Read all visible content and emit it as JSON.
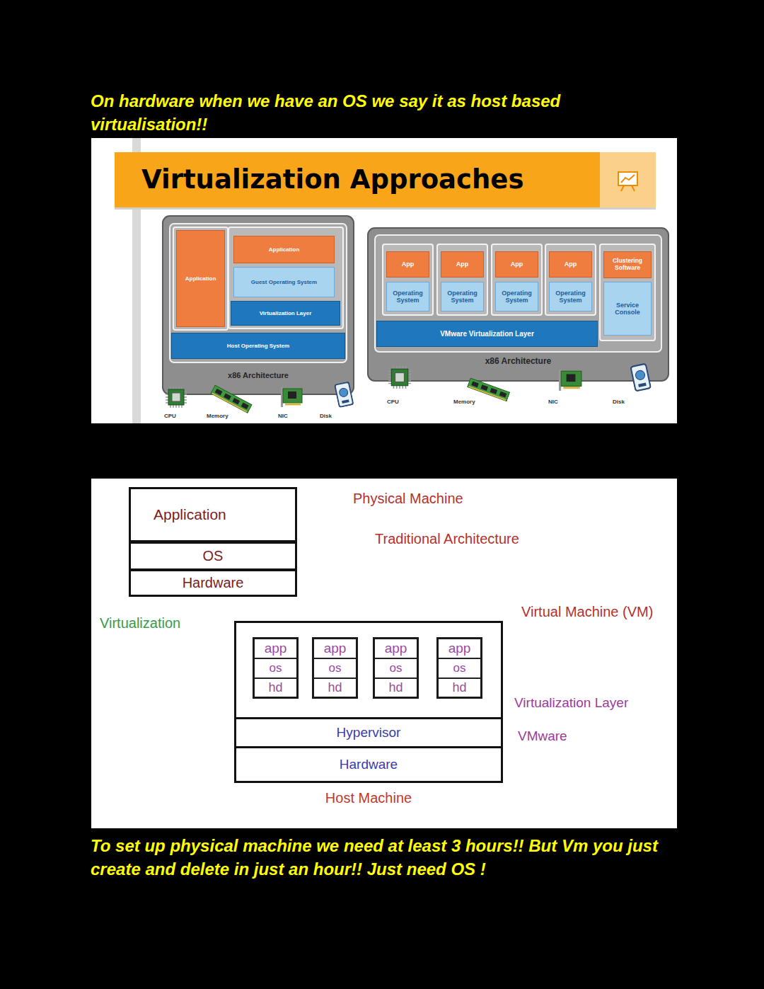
{
  "diagram": {
    "title": "On hardware when we have an OS we say it as host based virtualisation!!",
    "caption": "To set up physical machine we need at least 3 hours!! But Vm you just create and delete in just an hour!! Just need OS !",
    "nodes": [
      {
        "text": [
          "Virtualization Approaches"
        ]
      },
      {
        "text": [
          "x86 Architecture"
        ]
      },
      {
        "text": [
          "Application"
        ],
        "in": 1
      },
      {
        "text": [
          "Application"
        ],
        "in": 1
      },
      {
        "text": [
          "Guest Operating System"
        ],
        "in": 1
      },
      {
        "text": [
          "Virtualization Layer"
        ],
        "in": 1
      },
      {
        "text": [
          "Host Operating System"
        ],
        "in": 1
      },
      {
        "text": [
          "x86 Architecture"
        ]
      },
      {
        "text": [
          "App"
        ],
        "in": 7
      },
      {
        "text": [
          "Operating System"
        ],
        "in": 7
      },
      {
        "text": [
          "App"
        ],
        "in": 7
      },
      {
        "text": [
          "Operating System"
        ],
        "in": 7
      },
      {
        "text": [
          "App"
        ],
        "in": 7
      },
      {
        "text": [
          "Operating System"
        ],
        "in": 7
      },
      {
        "text": [
          "App"
        ],
        "in": 7
      },
      {
        "text": [
          "Operating System"
        ],
        "in": 7
      },
      {
        "text": [
          "Clustering Software"
        ],
        "in": 7
      },
      {
        "text": [
          "Service Console"
        ],
        "in": 7
      },
      {
        "text": [
          "VMware Virtualization Layer"
        ],
        "in": 7
      },
      {
        "text": [
          "Application"
        ]
      },
      {
        "text": [
          "OS"
        ]
      },
      {
        "text": [
          "Hardware"
        ]
      },
      {
        "text": [
          "Host Machine"
        ]
      },
      {
        "text": [
          "app"
        ],
        "in": 22
      },
      {
        "text": [
          "os"
        ],
        "in": 22
      },
      {
        "text": [
          "hd"
        ],
        "in": 22
      },
      {
        "text": [
          "app"
        ],
        "in": 22
      },
      {
        "text": [
          "os"
        ],
        "in": 22
      },
      {
        "text": [
          "hd"
        ],
        "in": 22
      },
      {
        "text": [
          "app"
        ],
        "in": 22
      },
      {
        "text": [
          "os"
        ],
        "in": 22
      },
      {
        "text": [
          "hd"
        ],
        "in": 22
      },
      {
        "text": [
          "app"
        ],
        "in": 22
      },
      {
        "text": [
          "os"
        ],
        "in": 22
      },
      {
        "text": [
          "hd"
        ],
        "in": 22
      },
      {
        "text": [
          "Hypervisor"
        ],
        "in": 22
      },
      {
        "text": [
          "Hardware"
        ],
        "in": 22
      }
    ],
    "labels": [
      "CPU",
      "Memory",
      "NIC",
      "Disk",
      "CPU",
      "Memory",
      "NIC",
      "Disk",
      "Physical Machine",
      "Traditional Architecture",
      "Virtualization",
      "Virtual Machine (VM)",
      "Virtualization Layer",
      "VMware"
    ]
  }
}
